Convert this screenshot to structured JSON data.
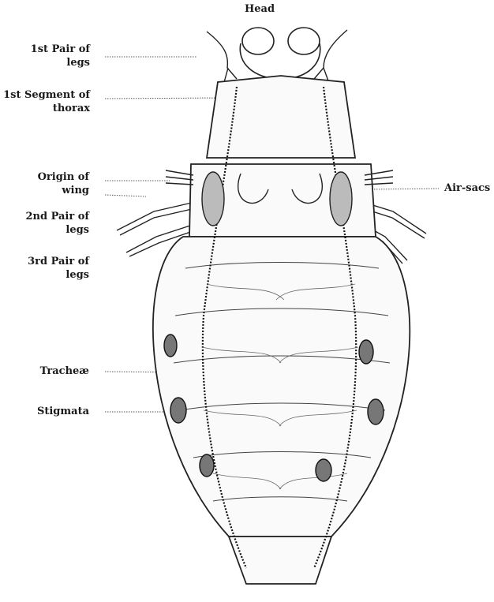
{
  "title": "Head",
  "labels": {
    "first_pair_legs": [
      "1st Pair of",
      "legs"
    ],
    "first_segment_thorax": [
      "1st Segment of",
      "thorax"
    ],
    "origin_wing": [
      "Origin of",
      "wing"
    ],
    "second_pair_legs": [
      "2nd Pair of",
      "legs"
    ],
    "third_pair_legs": [
      "3rd Pair of",
      "legs"
    ],
    "tracheae": "Tracheæ",
    "stigmata": "Stigmata",
    "air_sacs": "Air-sacs"
  }
}
